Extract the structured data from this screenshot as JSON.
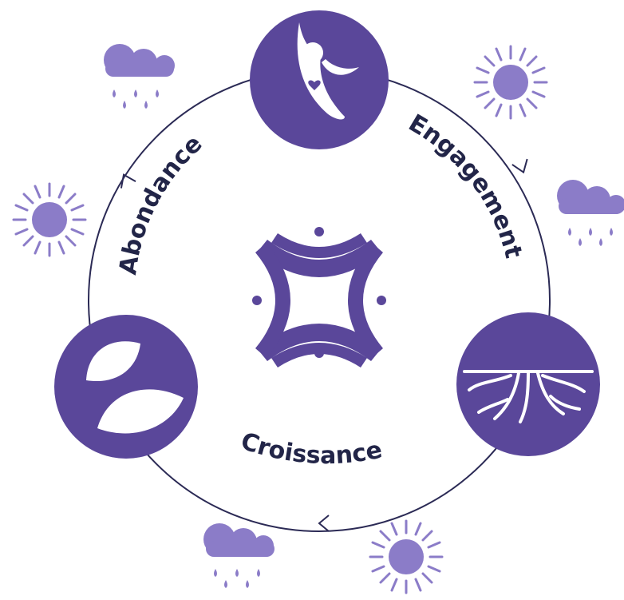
{
  "colors": {
    "primary": "#5a479a",
    "accent": "#8b7cc8",
    "line": "#2b2a55",
    "text": "#222548",
    "white": "#ffffff"
  },
  "labels": {
    "engagement": "Engagement",
    "abondance": "Abondance",
    "croissance": "Croissance"
  },
  "nodes": [
    {
      "name": "person-heart-icon"
    },
    {
      "name": "roots-icon"
    },
    {
      "name": "leaves-icon"
    }
  ],
  "weather_icons": [
    "rain-cloud-icon",
    "sun-icon",
    "rain-cloud-icon",
    "sun-icon",
    "rain-cloud-icon",
    "sun-icon"
  ]
}
